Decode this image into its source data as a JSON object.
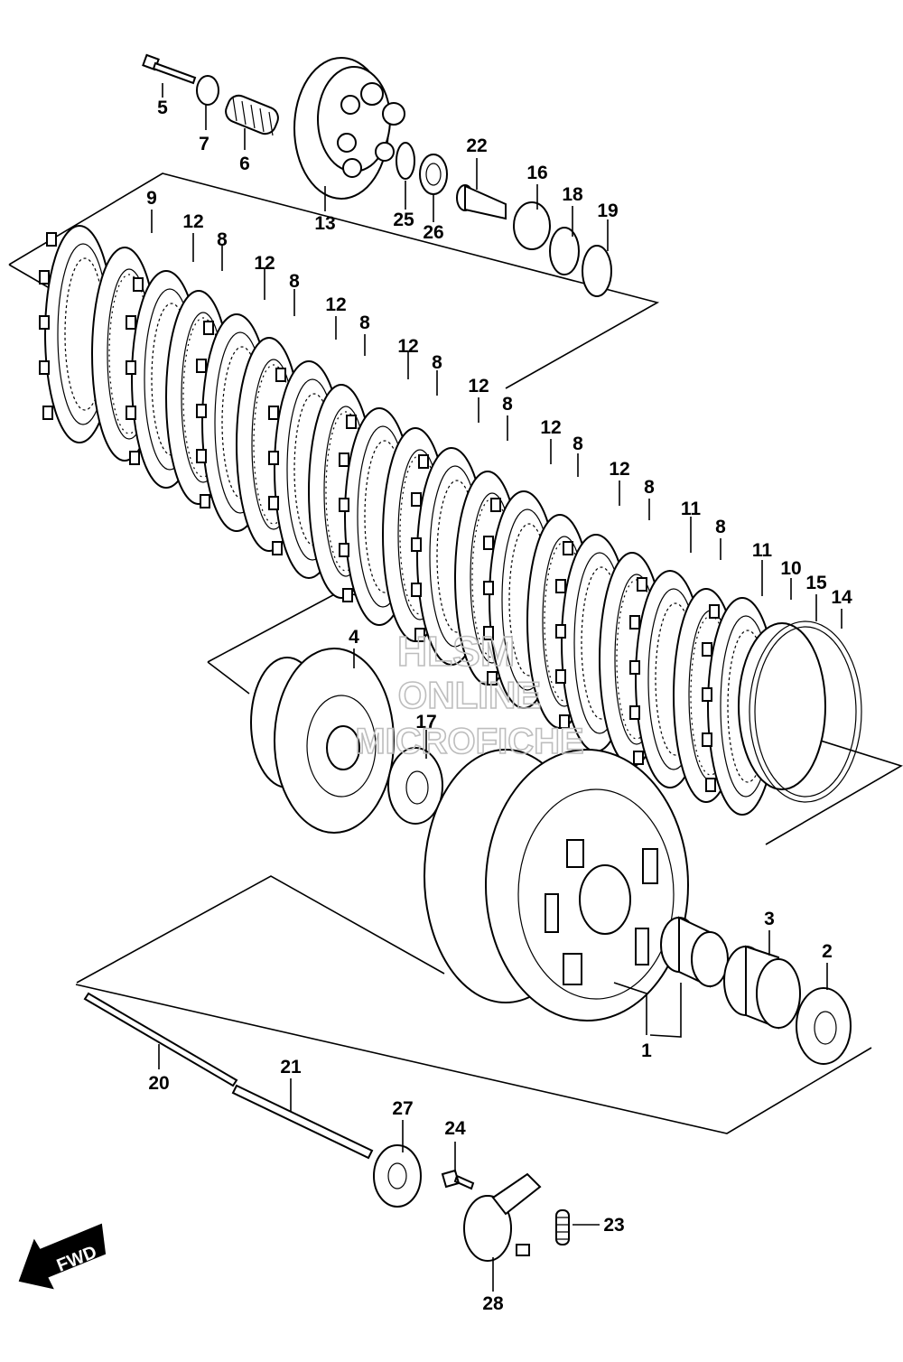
{
  "watermark": {
    "line1": "HLSM",
    "line2": "ONLINE",
    "line3": "MICROFICHE"
  },
  "direction_badge": "FWD",
  "callouts": [
    {
      "id": "c5",
      "text": "5"
    },
    {
      "id": "c7",
      "text": "7"
    },
    {
      "id": "c6",
      "text": "6"
    },
    {
      "id": "c13",
      "text": "13"
    },
    {
      "id": "c25",
      "text": "25"
    },
    {
      "id": "c26",
      "text": "26"
    },
    {
      "id": "c22",
      "text": "22"
    },
    {
      "id": "c16",
      "text": "16"
    },
    {
      "id": "c18",
      "text": "18"
    },
    {
      "id": "c19",
      "text": "19"
    },
    {
      "id": "c9",
      "text": "9"
    },
    {
      "id": "c12a",
      "text": "12"
    },
    {
      "id": "c8a",
      "text": "8"
    },
    {
      "id": "c12b",
      "text": "12"
    },
    {
      "id": "c8b",
      "text": "8"
    },
    {
      "id": "c12c",
      "text": "12"
    },
    {
      "id": "c8c",
      "text": "8"
    },
    {
      "id": "c12d",
      "text": "12"
    },
    {
      "id": "c8d",
      "text": "8"
    },
    {
      "id": "c12e",
      "text": "12"
    },
    {
      "id": "c8e",
      "text": "8"
    },
    {
      "id": "c12f",
      "text": "12"
    },
    {
      "id": "c8f",
      "text": "8"
    },
    {
      "id": "c12g",
      "text": "12"
    },
    {
      "id": "c8g",
      "text": "8"
    },
    {
      "id": "c11a",
      "text": "11"
    },
    {
      "id": "c8h",
      "text": "8"
    },
    {
      "id": "c11b",
      "text": "11"
    },
    {
      "id": "c10",
      "text": "10"
    },
    {
      "id": "c15",
      "text": "15"
    },
    {
      "id": "c14",
      "text": "14"
    },
    {
      "id": "c4",
      "text": "4"
    },
    {
      "id": "c17",
      "text": "17"
    },
    {
      "id": "c3",
      "text": "3"
    },
    {
      "id": "c2",
      "text": "2"
    },
    {
      "id": "c1",
      "text": "1"
    },
    {
      "id": "c20",
      "text": "20"
    },
    {
      "id": "c21",
      "text": "21"
    },
    {
      "id": "c27",
      "text": "27"
    },
    {
      "id": "c24",
      "text": "24"
    },
    {
      "id": "c23",
      "text": "23"
    },
    {
      "id": "c28",
      "text": "28"
    }
  ]
}
